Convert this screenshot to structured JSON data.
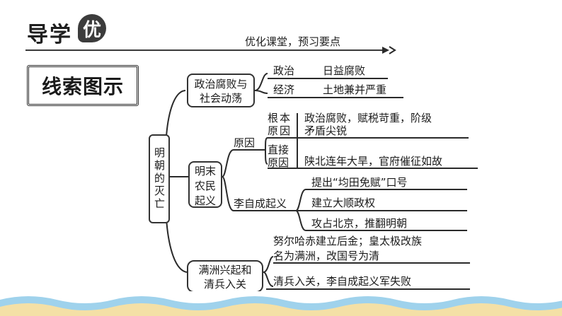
{
  "header": {
    "title": "导学",
    "badge": "优",
    "subtitle": "优化课堂，预习要点"
  },
  "section": {
    "title": "线索图示"
  },
  "root": {
    "label": "明朝的灭亡"
  },
  "branch1": {
    "label_line1": "政治腐败与",
    "label_line2": "社会动荡",
    "items": [
      {
        "key": "政治",
        "value": "日益腐败"
      },
      {
        "key": "经济",
        "value": "土地兼并严重"
      }
    ]
  },
  "branch2": {
    "label": "明末农民起义",
    "cause": {
      "label": "原因",
      "root_key": "根本原因",
      "root_line1": "政治腐败，赋税苛重，阶级",
      "root_line2": "矛盾尖锐",
      "direct_key_line1": "直接",
      "direct_key_line2": "原因",
      "direct_value": "陕北连年大旱，官府催征如故"
    },
    "li": {
      "label": "李自成起义",
      "items": [
        "提出“均田免赋”口号",
        "建立大顺政权",
        "攻占北京，推翻明朝"
      ]
    }
  },
  "branch3": {
    "label_line1": "满洲兴起和",
    "label_line2": "清兵入关",
    "item1_line1": "努尔哈赤建立后金；皇太极改族",
    "item1_line2": "名为满洲，改国号为清",
    "item2": "清兵入关，李自成起义军失败"
  },
  "colors": {
    "line": "#2a2a2a",
    "wave_blue": "#9fd2ec",
    "wave_yellow": "#f4e0a6"
  }
}
